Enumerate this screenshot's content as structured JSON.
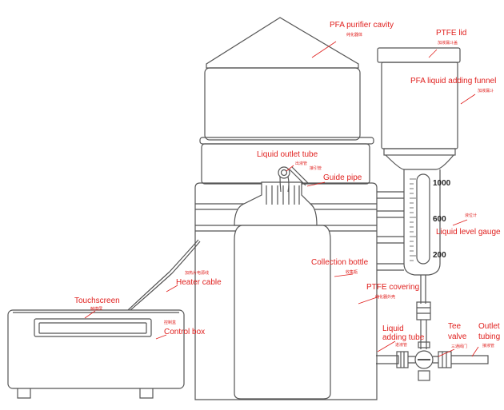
{
  "colors": {
    "line": "#555555",
    "label": "#e0201e",
    "leader": "#e0201e"
  },
  "labels": {
    "purifier_cavity": {
      "en": "PFA purifier cavity",
      "zh": "纯化器体"
    },
    "ptfe_lid": {
      "en": "PTFE lid",
      "zh": "加液漏斗盖"
    },
    "adding_funnel": {
      "en": "PFA liquid adding funnel",
      "zh": "加液漏斗"
    },
    "outlet_tube": {
      "en": "Liquid outlet tube",
      "zh": "出液管"
    },
    "guide_pipe": {
      "en": "Guide pipe",
      "zh": "接引管"
    },
    "level_gauge": {
      "en": "Liquid level gauge",
      "zh": "液位计"
    },
    "heater_cable": {
      "en": "Heater cable",
      "zh": "加热片电源线"
    },
    "collection_bottle": {
      "en": "Collection bottle",
      "zh": "收集瓶"
    },
    "ptfe_covering": {
      "en": "PTFE covering",
      "zh": "纯化器外壳"
    },
    "touchscreen": {
      "en": "Touchscreen",
      "zh": "触摸屏"
    },
    "control_box": {
      "en": "Control box",
      "zh": "控制盒"
    },
    "adding_tube": {
      "en1": "Liquid",
      "en2": "adding tube",
      "zh": "进液管"
    },
    "tee_valve": {
      "en1": "Tee",
      "en2": "valve",
      "zh": "三通阀门"
    },
    "outlet_tubing": {
      "en1": "Outlet",
      "en2": "tubing",
      "zh": "接液管"
    }
  },
  "gauge_ticks": [
    "1000",
    "600",
    "200"
  ]
}
